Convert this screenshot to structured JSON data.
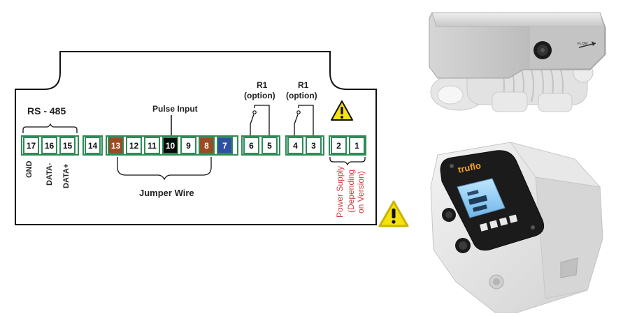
{
  "labels": {
    "rs485": "RS - 485",
    "pulse_input": "Pulse Input",
    "jumper_wire": "Jumper Wire",
    "r1_a_title": "R1",
    "r1_a_option": "(option)",
    "r1_b_title": "R1",
    "r1_b_option": "(option)",
    "gnd": "GND",
    "data_minus": "DATA-",
    "data_plus": "DATA+",
    "power_1": "Power Supply",
    "power_2": "(Depending",
    "power_3": "on Version)"
  },
  "terminals": [
    {
      "num": "17",
      "style": "plain"
    },
    {
      "num": "16",
      "style": "plain"
    },
    {
      "num": "15",
      "style": "plain"
    },
    {
      "num": "14",
      "style": "plain"
    },
    {
      "num": "13",
      "style": "brown"
    },
    {
      "num": "12",
      "style": "plain"
    },
    {
      "num": "11",
      "style": "plain"
    },
    {
      "num": "10",
      "style": "black"
    },
    {
      "num": "9",
      "style": "plain"
    },
    {
      "num": "8",
      "style": "brown"
    },
    {
      "num": "7",
      "style": "blue"
    },
    {
      "num": "6",
      "style": "plain"
    },
    {
      "num": "5",
      "style": "plain"
    },
    {
      "num": "4",
      "style": "plain"
    },
    {
      "num": "3",
      "style": "plain"
    },
    {
      "num": "2",
      "style": "plain"
    },
    {
      "num": "1",
      "style": "plain"
    }
  ],
  "device": {
    "brand": "truflo",
    "flow_label": "FLOW"
  },
  "colors": {
    "terminal_border": "#2e8b57",
    "brown": "#9b4a22",
    "black": "#0a0a0a",
    "blue": "#2f4fa3",
    "warning_yellow": "#f5e20f",
    "power_text": "#d04040"
  },
  "icons": [
    "warning-triangle-icon",
    "relay-switch-icon"
  ]
}
